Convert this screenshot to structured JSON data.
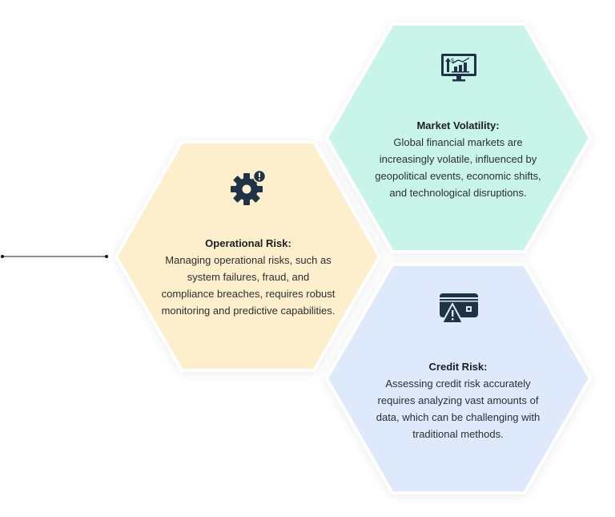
{
  "colors": {
    "operational": "#FDEFCB",
    "market": "#C9F4EA",
    "credit": "#DEE9FB",
    "icon": "#1F3347"
  },
  "cards": {
    "operational": {
      "icon": "gear-alert-icon",
      "title": "Operational Risk:",
      "lines": [
        "Managing operational risks, such as",
        "system failures, fraud, and",
        "compliance breaches, requires robust",
        "monitoring and predictive capabilities."
      ]
    },
    "market": {
      "icon": "monitor-chart-icon",
      "title": "Market Volatility:",
      "lines": [
        "Global financial markets are",
        "increasingly volatile, influenced by",
        "geopolitical events, economic shifts,",
        "and technological disruptions."
      ]
    },
    "credit": {
      "icon": "credit-card-warning-icon",
      "title": "Credit Risk:",
      "lines": [
        "Assessing credit risk accurately",
        "requires analyzing vast amounts of",
        "data, which can be challenging with",
        "traditional methods."
      ]
    }
  }
}
